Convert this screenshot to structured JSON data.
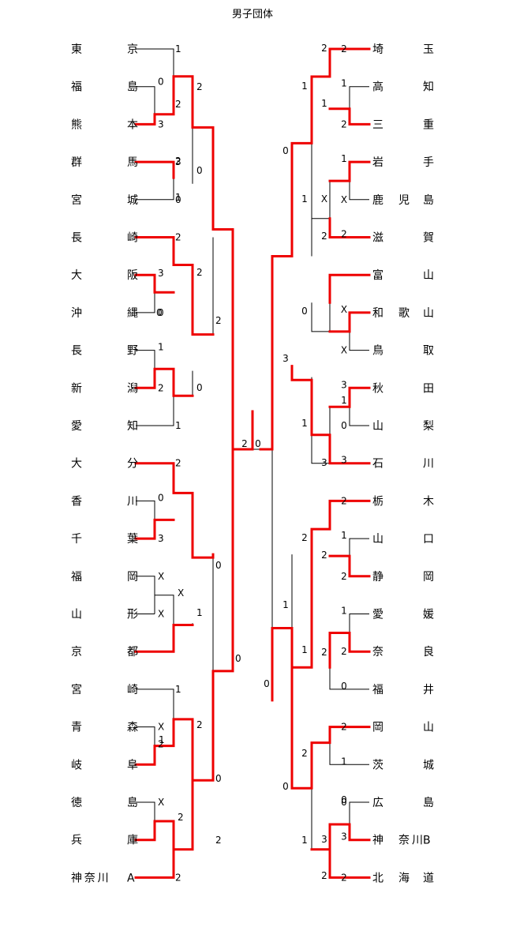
{
  "title": "男子団体",
  "left_teams": [
    {
      "a": "東",
      "b": "京"
    },
    {
      "a": "福",
      "b": "島"
    },
    {
      "a": "熊",
      "b": "本"
    },
    {
      "a": "群",
      "b": "馬"
    },
    {
      "a": "宮",
      "b": "城"
    },
    {
      "a": "長",
      "b": "崎"
    },
    {
      "a": "大",
      "b": "阪"
    },
    {
      "a": "沖",
      "b": "縄"
    },
    {
      "a": "長",
      "b": "野"
    },
    {
      "a": "新",
      "b": "潟"
    },
    {
      "a": "愛",
      "b": "知"
    },
    {
      "a": "大",
      "b": "分"
    },
    {
      "a": "香",
      "b": "川"
    },
    {
      "a": "千",
      "b": "葉"
    },
    {
      "a": "福",
      "b": "岡"
    },
    {
      "a": "山",
      "b": "形"
    },
    {
      "a": "京",
      "b": "都"
    },
    {
      "a": "宮",
      "b": "崎"
    },
    {
      "a": "青",
      "b": "森"
    },
    {
      "a": "岐",
      "b": "阜"
    },
    {
      "a": "徳",
      "b": "島"
    },
    {
      "a": "兵",
      "b": "庫"
    },
    {
      "a": "神奈川",
      "b": "A"
    }
  ],
  "right_teams": [
    {
      "a": "埼",
      "b": "玉"
    },
    {
      "a": "高",
      "b": "知"
    },
    {
      "a": "三",
      "b": "重"
    },
    {
      "a": "岩",
      "b": "手"
    },
    {
      "a": "鹿",
      "m": "児",
      "b": "島"
    },
    {
      "a": "滋",
      "b": "賀"
    },
    {
      "a": "富",
      "b": "山"
    },
    {
      "a": "和",
      "m": "歌",
      "b": "山"
    },
    {
      "a": "鳥",
      "b": "取"
    },
    {
      "a": "秋",
      "b": "田"
    },
    {
      "a": "山",
      "b": "梨"
    },
    {
      "a": "石",
      "b": "川"
    },
    {
      "a": "栃",
      "b": "木"
    },
    {
      "a": "山",
      "b": "口"
    },
    {
      "a": "静",
      "b": "岡"
    },
    {
      "a": "愛",
      "b": "媛"
    },
    {
      "a": "奈",
      "b": "良"
    },
    {
      "a": "福",
      "b": "井"
    },
    {
      "a": "岡",
      "b": "山"
    },
    {
      "a": "茨",
      "b": "城"
    },
    {
      "a": "広",
      "b": "島"
    },
    {
      "a": "神",
      "m": "奈",
      "m2": "川",
      "b": "B"
    },
    {
      "a": "北",
      "m": "海",
      "b": "道"
    }
  ],
  "left_scores_r1": [
    "1",
    "0",
    "3",
    "3",
    "0",
    "2",
    "3",
    "0",
    "1",
    "2",
    "1",
    "2",
    "0",
    "3",
    "X",
    "X",
    "",
    "1",
    "X",
    "2",
    "X",
    "",
    "2"
  ],
  "right_scores_r1": [
    "2",
    "1",
    "2",
    "1",
    "X",
    "2",
    "",
    "X",
    "X",
    "3",
    "0",
    "3",
    "2",
    "1",
    "2",
    "1",
    "2",
    "0",
    "2",
    "1",
    "0",
    "3",
    "2"
  ],
  "left_scores_inner": [
    "2",
    "2",
    "0",
    "2",
    "1",
    "0",
    "2",
    "0",
    "X",
    "1",
    "0",
    "2",
    "1",
    "2",
    "0",
    "2",
    "2",
    "0"
  ],
  "right_scores_inner": [
    "2",
    "1",
    "1",
    "X",
    "0",
    "1",
    "2",
    "0",
    "3",
    "1",
    "1",
    "3",
    "2",
    "2",
    "1",
    "1",
    "2",
    "0",
    "2",
    "3",
    "0",
    "1",
    "0",
    "2"
  ],
  "final": {
    "left": "2",
    "right": "0"
  }
}
